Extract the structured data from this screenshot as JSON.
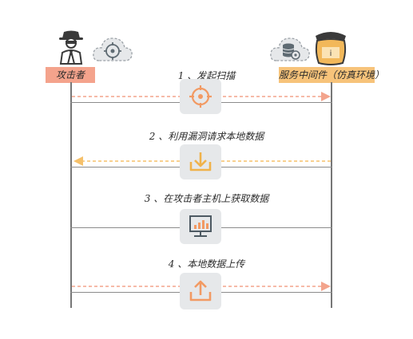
{
  "actors": {
    "attacker": {
      "label": "攻击者",
      "icon": "hacker-icon",
      "badge_icon": "target-cloud-icon",
      "color": "#f4a38c"
    },
    "server": {
      "label": "服务中间件（仿真环境）",
      "icon": "middleware-jar-icon",
      "badge_icon": "database-cloud-icon",
      "color": "#f7c37a"
    }
  },
  "steps": [
    {
      "label": "1 、发起扫描",
      "direction": "attacker-to-server",
      "icon": "target-scan-icon"
    },
    {
      "label": "2 、利用漏洞请求本地数据",
      "direction": "server-to-attacker",
      "icon": "download-icon"
    },
    {
      "label": "3 、在攻击者主机上获取数据",
      "direction": "none",
      "icon": "monitor-chart-icon"
    },
    {
      "label": "4 、本地数据上传",
      "direction": "attacker-to-server",
      "icon": "upload-icon"
    }
  ],
  "colors": {
    "arrow_outgoing": "#f3a48c",
    "arrow_incoming": "#f5c06a",
    "icon_orange": "#f29a63",
    "icon_yellow": "#f0b24a",
    "icon_box": "#e6e8ea"
  }
}
